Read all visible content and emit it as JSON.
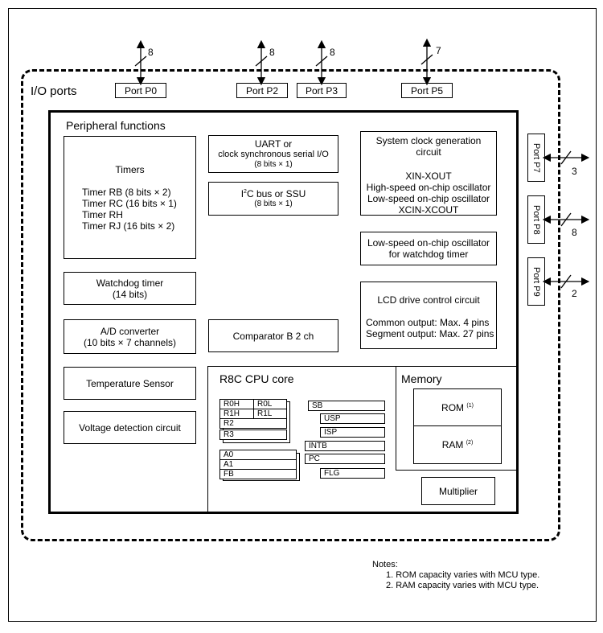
{
  "io": {
    "label": "I/O ports",
    "ports_top": [
      {
        "name": "Port P0",
        "bits": "8"
      },
      {
        "name": "Port P2",
        "bits": "8"
      },
      {
        "name": "Port P3",
        "bits": "8"
      },
      {
        "name": "Port P5",
        "bits": "7"
      }
    ],
    "ports_right": [
      {
        "name": "Port P7",
        "bits": "3"
      },
      {
        "name": "Port P8",
        "bits": "8"
      },
      {
        "name": "Port P9",
        "bits": "2"
      }
    ]
  },
  "peripheral": {
    "title": "Peripheral functions",
    "timers": {
      "title": "Timers",
      "lines": [
        "Timer RB (8 bits × 2)",
        "Timer RC (16 bits × 1)",
        "Timer RH",
        "Timer RJ (16 bits × 2)"
      ]
    },
    "uart": {
      "line1": "UART or",
      "line2": "clock synchronous serial I/O",
      "line3": "(8 bits × 1)"
    },
    "i2c": {
      "prefix": "I",
      "sup": "2",
      "suffix": "C bus or SSU",
      "line2": "(8 bits × 1)"
    },
    "sysclock": {
      "line1": "System clock generation",
      "line2": "circuit",
      "lines": [
        "XIN-XOUT",
        "High-speed on-chip oscillator",
        "Low-speed on-chip oscillator",
        "XCIN-XCOUT"
      ]
    },
    "lowspeed": {
      "line1": "Low-speed on-chip oscillator",
      "line2": "for watchdog timer"
    },
    "watchdog": {
      "line1": "Watchdog timer",
      "line2": "(14 bits)"
    },
    "adc": {
      "line1": "A/D converter",
      "line2": "(10 bits × 7 channels)"
    },
    "comparator": "Comparator B 2 ch",
    "lcd": {
      "title": "LCD drive control circuit",
      "line1": "Common output: Max. 4 pins",
      "line2": "Segment output: Max. 27 pins"
    },
    "temp": "Temperature Sensor",
    "voltage": "Voltage detection circuit"
  },
  "cpu": {
    "title": "R8C CPU core",
    "regs": {
      "r0h": "R0H",
      "r0l": "R0L",
      "r1h": "R1H",
      "r1l": "R1L",
      "r2": "R2",
      "r3": "R3",
      "a0": "A0",
      "a1": "A1",
      "fb": "FB",
      "sb": "SB",
      "usp": "USP",
      "isp": "ISP",
      "intb": "INTB",
      "pc": "PC",
      "flg": "FLG"
    }
  },
  "memory": {
    "title": "Memory",
    "rom": "ROM",
    "rom_note": "(1)",
    "ram": "RAM",
    "ram_note": "(2)"
  },
  "multiplier": "Multiplier",
  "notes": {
    "title": "Notes:",
    "items": [
      "1. ROM capacity varies with MCU type.",
      "2. RAM capacity varies with MCU type."
    ]
  }
}
